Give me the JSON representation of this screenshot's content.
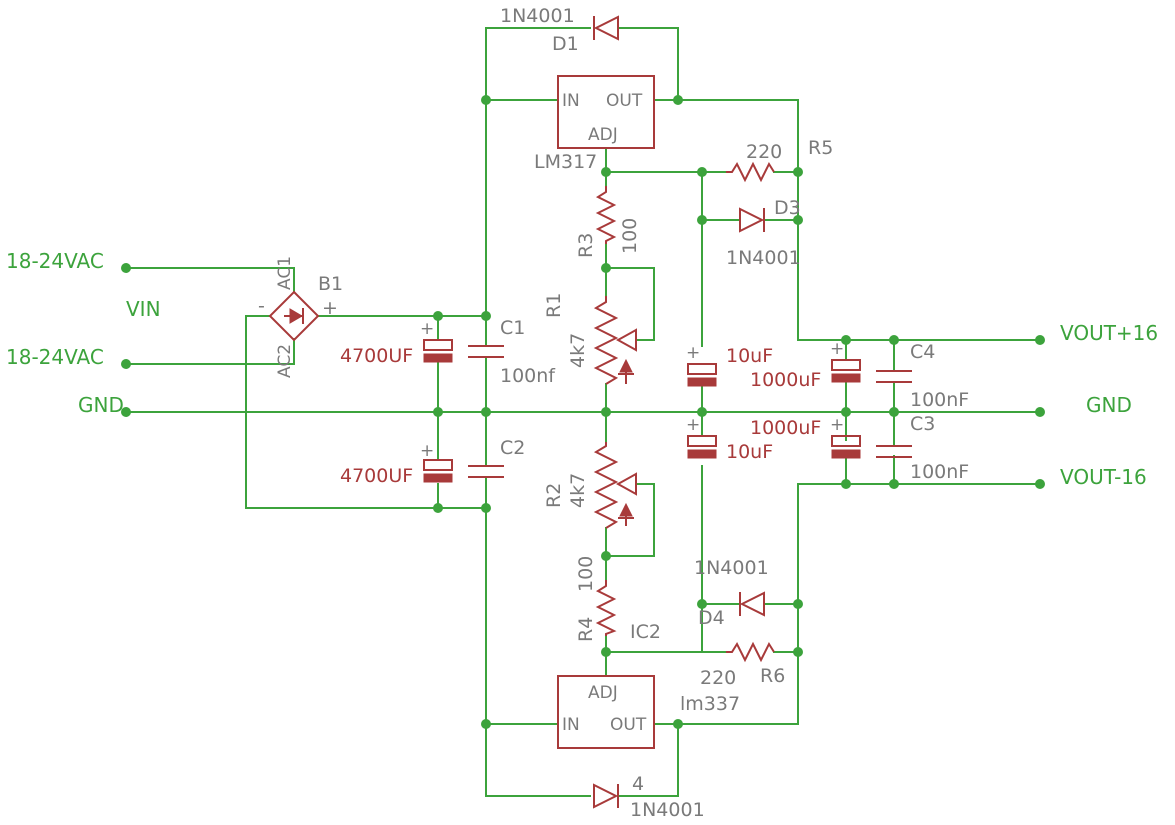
{
  "nets": {
    "vac1": "18-24VAC",
    "vac2": "18-24VAC",
    "vin": "VIN",
    "gnd_left": "GND",
    "gnd_right": "GND",
    "vout_pos": "VOUT+16",
    "vout_neg": "VOUT-16"
  },
  "components": {
    "b1": {
      "name": "B1",
      "ac1": "AC1",
      "ac2": "AC2",
      "plus": "+",
      "minus": "-"
    },
    "c_bulk_top": {
      "value": "4700UF",
      "plus": "+"
    },
    "c_bulk_bot": {
      "value": "4700UF",
      "plus": "+"
    },
    "c1": {
      "name": "C1",
      "value": "100nf"
    },
    "c2": {
      "name": "C2"
    },
    "ic1": {
      "part": "LM317",
      "in": "IN",
      "out": "OUT",
      "adj": "ADJ"
    },
    "ic2": {
      "name": "IC2",
      "part": "lm337",
      "in": "IN",
      "out": "OUT",
      "adj": "ADJ"
    },
    "d1": {
      "name": "D1",
      "value": "1N4001"
    },
    "d2": {
      "name": "4",
      "value": "1N4001"
    },
    "d3": {
      "name": "D3",
      "value": "1N4001"
    },
    "d4": {
      "name": "D4",
      "value": "1N4001"
    },
    "r1": {
      "name": "R1",
      "value": "4k7"
    },
    "r2": {
      "name": "R2",
      "value": "4k7"
    },
    "r3": {
      "name": "R3",
      "value": "100"
    },
    "r4": {
      "name": "R4",
      "value": "100"
    },
    "r5": {
      "name": "R5",
      "value": "220"
    },
    "r6": {
      "name": "R6",
      "value": "220"
    },
    "c_adj_top": {
      "value": "10uF",
      "plus": "+"
    },
    "c_adj_bot": {
      "value": "10uF",
      "plus": "+"
    },
    "c_out_top": {
      "value": "1000uF",
      "plus": "+"
    },
    "c_out_bot": {
      "value": "1000uF",
      "plus": "+"
    },
    "c4": {
      "name": "C4",
      "value": "100nF"
    },
    "c3": {
      "name": "C3",
      "value": "100nF"
    }
  }
}
